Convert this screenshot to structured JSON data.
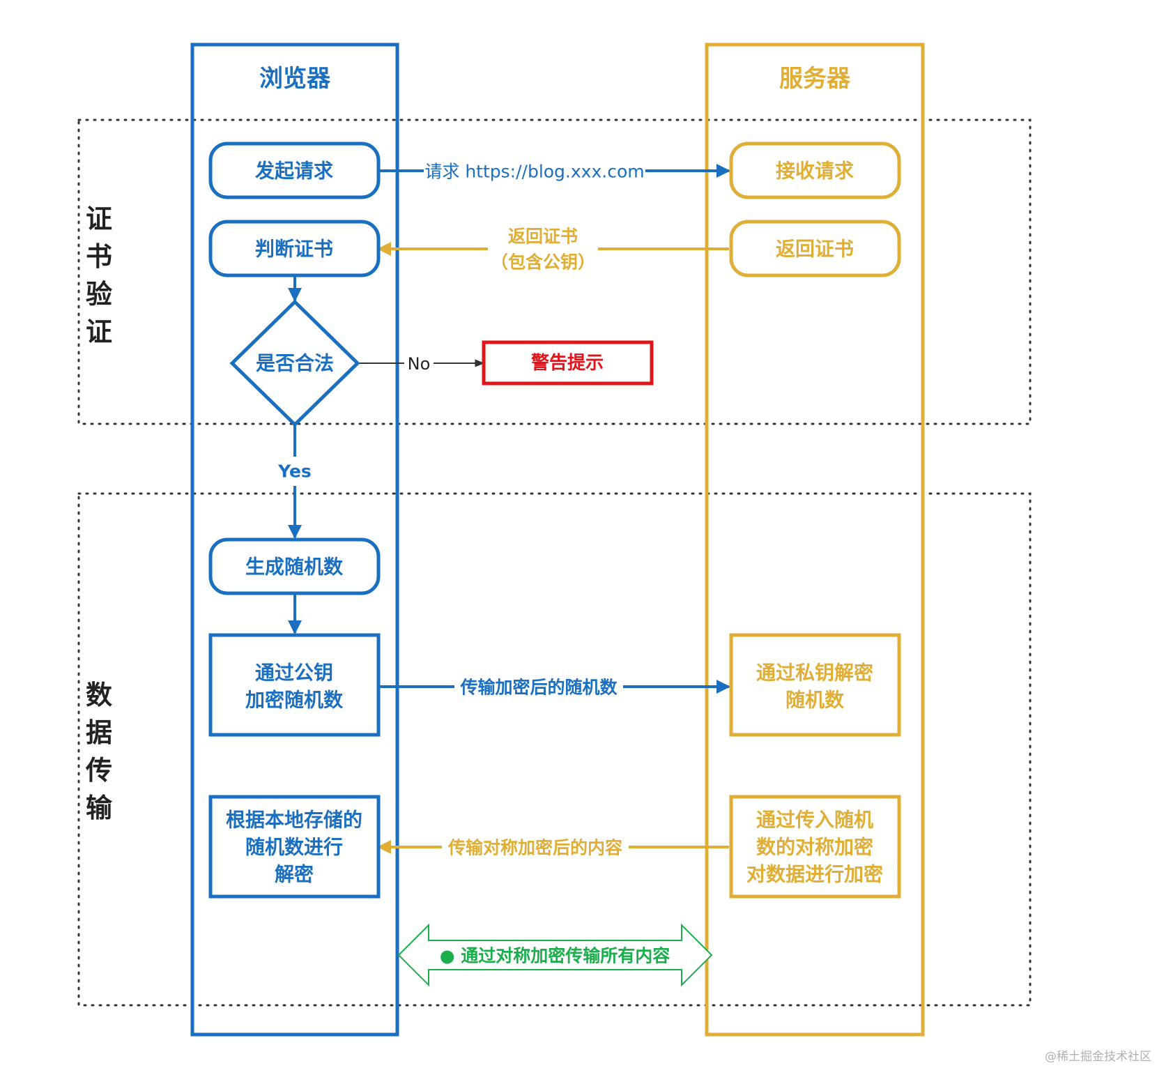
{
  "colors": {
    "browser": "#1a6fc0",
    "server": "#e0ae35",
    "warning": "#e0151b",
    "green": "#1aae4c",
    "dots": "#333333",
    "watermark": "#b0b0b0"
  },
  "lanes": {
    "browser_title": "浏览器",
    "server_title": "服务器"
  },
  "phases": {
    "cert_verify": [
      "证",
      "书",
      "验",
      "证"
    ],
    "data_transfer": [
      "数",
      "据",
      "传",
      "输"
    ]
  },
  "browser_nodes": {
    "send_request": "发起请求",
    "judge_cert": "判断证书",
    "is_valid": "是否合法",
    "gen_random": "生成随机数",
    "encrypt_random": [
      "通过公钥",
      "加密随机数"
    ],
    "decrypt_content": [
      "根据本地存储的",
      "随机数进行",
      "解密"
    ]
  },
  "server_nodes": {
    "receive_request": "接收请求",
    "return_cert": "返回证书",
    "decrypt_random": [
      "通过私钥解密",
      "随机数"
    ],
    "encrypt_data": [
      "通过传入随机",
      "数的对称加密",
      "对数据进行加密"
    ]
  },
  "warning_box": "警告提示",
  "edges": {
    "request_label": "请求 https://blog.xxx.com",
    "return_cert_label": [
      "返回证书",
      "（包含公钥）"
    ],
    "no_label": "No",
    "yes_label": "Yes",
    "transfer_random_label": "传输加密后的随机数",
    "transfer_content_label": "传输对称加密后的内容"
  },
  "bottom_arrow_label": "● 通过对称加密传输所有内容",
  "watermark": "@稀土掘金技术社区"
}
